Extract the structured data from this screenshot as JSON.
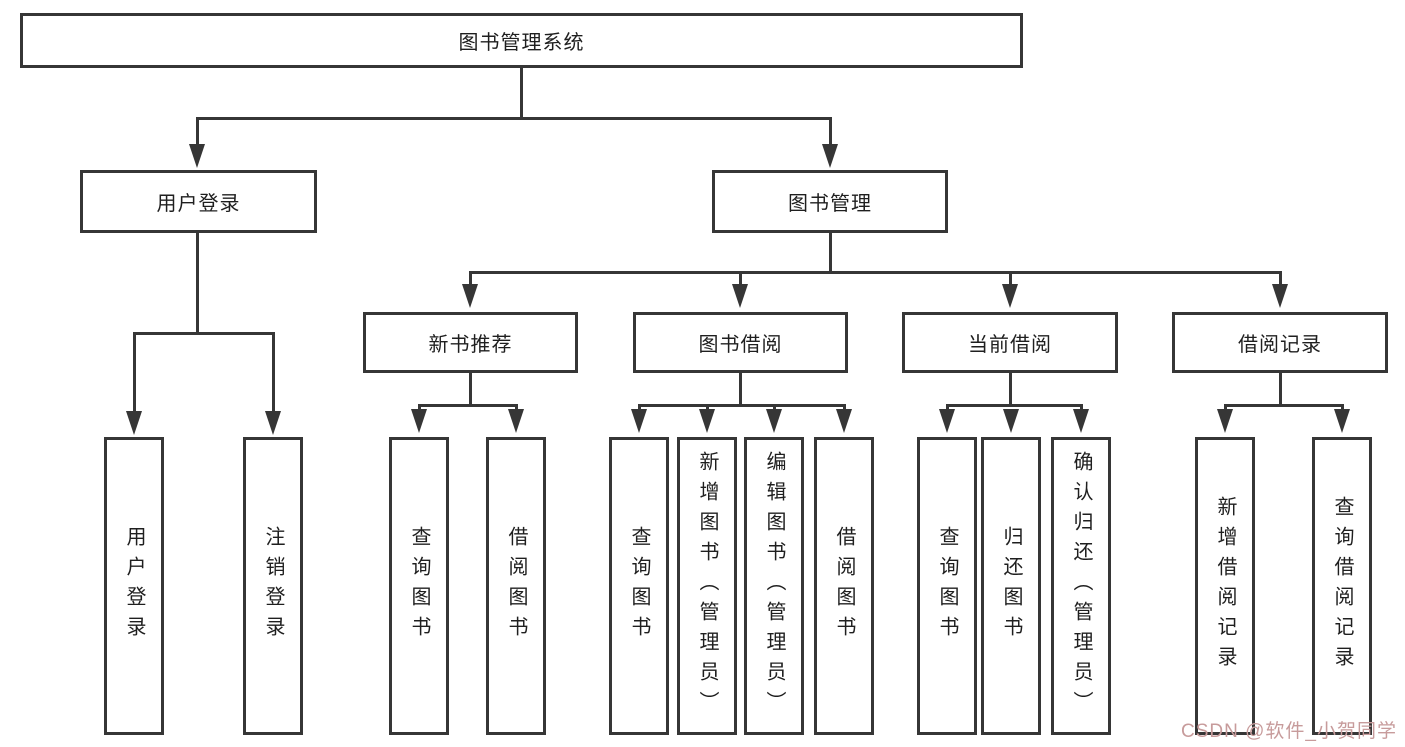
{
  "diagram": {
    "root": {
      "label": "图书管理系统"
    },
    "branches": [
      {
        "label": "用户登录",
        "children": [
          {
            "label": "用户登录"
          },
          {
            "label": "注销登录"
          }
        ]
      },
      {
        "label": "图书管理",
        "sections": [
          {
            "label": "新书推荐",
            "children": [
              {
                "label": "查询图书"
              },
              {
                "label": "借阅图书"
              }
            ]
          },
          {
            "label": "图书借阅",
            "children": [
              {
                "label": "查询图书"
              },
              {
                "label": "新增图书（管理员）"
              },
              {
                "label": "编辑图书（管理员）"
              },
              {
                "label": "借阅图书"
              }
            ]
          },
          {
            "label": "当前借阅",
            "children": [
              {
                "label": "查询图书"
              },
              {
                "label": "归还图书"
              },
              {
                "label": "确认归还（管理员）"
              }
            ]
          },
          {
            "label": "借阅记录",
            "children": [
              {
                "label": "新增借阅记录"
              },
              {
                "label": "查询借阅记录"
              }
            ]
          }
        ]
      }
    ],
    "colors": {
      "line": "#363636",
      "box_fill": "#ffffff",
      "text": "#1f1f1f",
      "watermark": "#c79b9b"
    }
  },
  "watermark": {
    "text": "CSDN @软件_小贺同学"
  }
}
